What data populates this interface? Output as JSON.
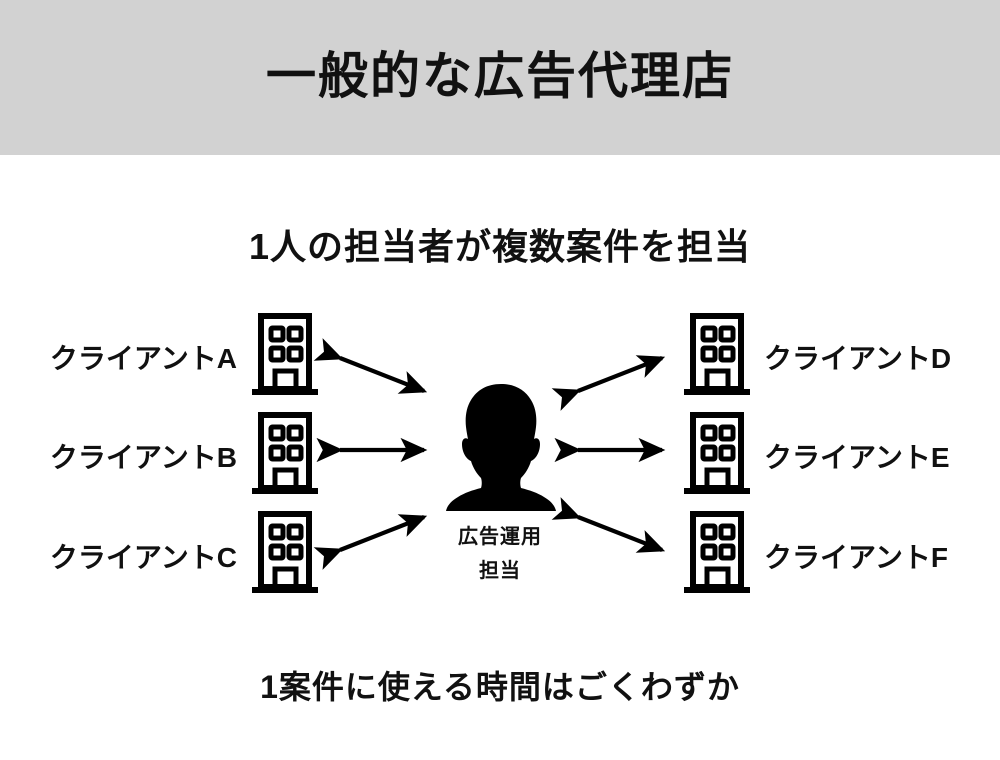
{
  "header": {
    "title": "一般的な広告代理店",
    "band_color": "#d2d2d2"
  },
  "subtitle": "1人の担当者が複数案件を担当",
  "footer_caption": "1案件に使える時間はごくわずか",
  "diagram": {
    "center": {
      "icon": "person-silhouette-icon",
      "label_line1": "広告運用",
      "label_line2": "担当"
    },
    "left_clients": [
      {
        "label": "クライアントA",
        "icon": "building-icon"
      },
      {
        "label": "クライアントB",
        "icon": "building-icon"
      },
      {
        "label": "クライアントC",
        "icon": "building-icon"
      }
    ],
    "right_clients": [
      {
        "label": "クライアントD",
        "icon": "building-icon"
      },
      {
        "label": "クライアントE",
        "icon": "building-icon"
      },
      {
        "label": "クライアントF",
        "icon": "building-icon"
      }
    ],
    "connector": {
      "style": "double-headed-arrow",
      "color": "#000000",
      "count": 6
    }
  },
  "colors": {
    "text": "#111111",
    "ink": "#000000",
    "background": "#ffffff"
  }
}
